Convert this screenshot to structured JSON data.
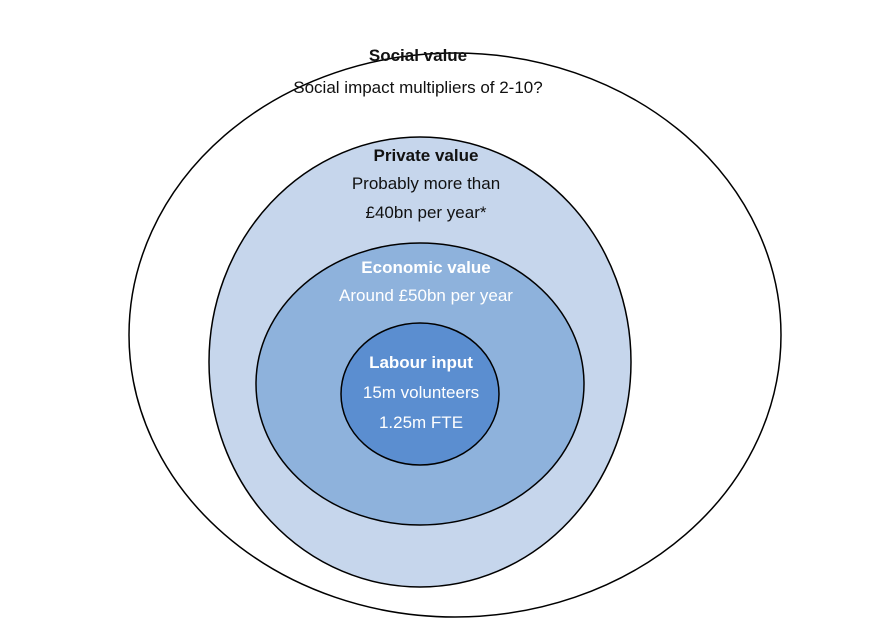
{
  "rings": [
    {
      "title": "Social value",
      "lines": [
        "Social impact multipliers of 2-10?"
      ],
      "fill": "#ffffff",
      "text_color": "#111111"
    },
    {
      "title": "Private value",
      "lines": [
        "Probably more than",
        "£40bn per year*"
      ],
      "fill": "#c6d6ec",
      "text_color": "#111111"
    },
    {
      "title": "Economic value",
      "lines": [
        "Around £50bn per year"
      ],
      "fill": "#8eb2dc",
      "text_color": "#ffffff"
    },
    {
      "title": "Labour input",
      "lines": [
        "15m volunteers",
        "1.25m FTE"
      ],
      "fill": "#5b8ed0",
      "text_color": "#ffffff"
    }
  ]
}
